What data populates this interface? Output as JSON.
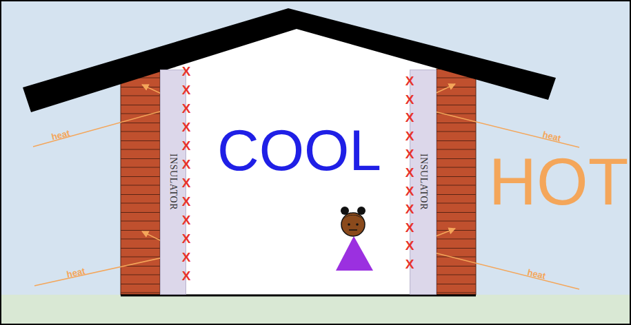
{
  "diagram": {
    "nodes": [
      {
        "text": [
          "INSULATOR"
        ]
      },
      {
        "text": [
          "INSULATOR"
        ]
      }
    ],
    "labels": [
      "COOL",
      "HOT",
      "heat",
      "heat",
      "heat",
      "heat",
      "X",
      "X",
      "X",
      "X",
      "X",
      "X",
      "X",
      "X",
      "X",
      "X",
      "X",
      "X",
      "X",
      "X",
      "X",
      "X",
      "X",
      "X",
      "X",
      "X",
      "X",
      "X",
      "X"
    ]
  }
}
